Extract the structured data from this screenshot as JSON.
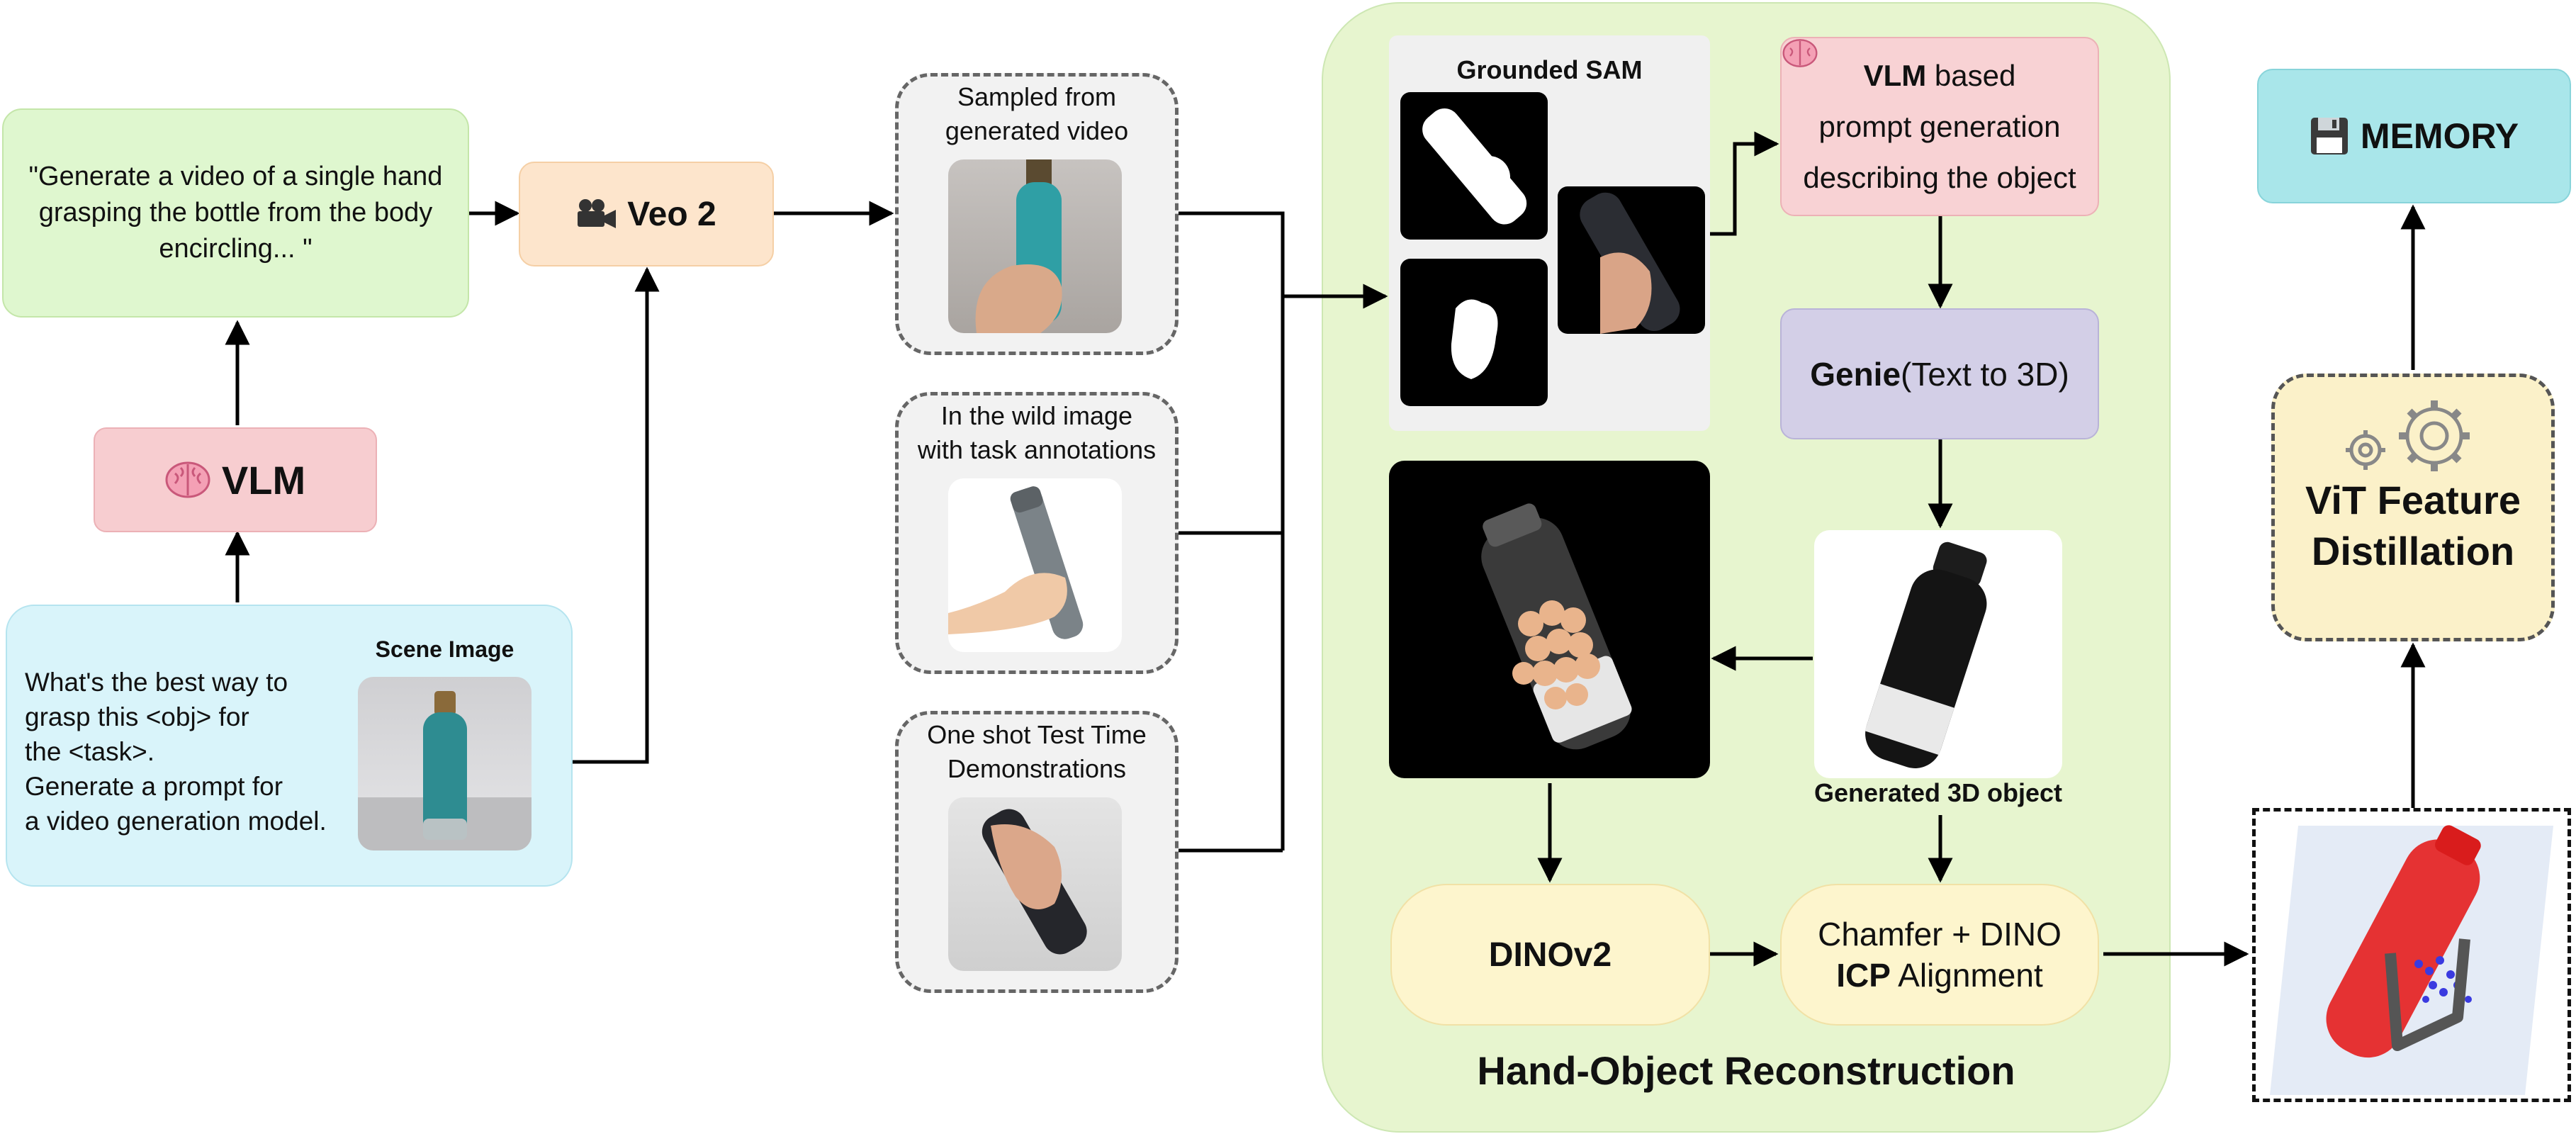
{
  "colors": {
    "prompt_box": "#dff7cf",
    "veo_box": "#fde5cc",
    "vlm_box": "#f7cdd0",
    "scene_box": "#d9f4fa",
    "sample_box": "#f2f2f2",
    "recon_region": "#e7f5cf",
    "genie_box": "#d3cfe7",
    "memory_box": "#a9e6ea",
    "vit_box": "#fbf1c9",
    "pill_box": "#fdf5cd"
  },
  "generation_prompt": {
    "text": "\"Generate a video of a single hand grasping the bottle from the body encircling... \""
  },
  "veo": {
    "icon": "video-camera-icon",
    "label": "Veo 2"
  },
  "vlm_left": {
    "icon": "brain-icon",
    "label": "VLM"
  },
  "scene_query": {
    "lines": [
      "What's the best way to",
      "grasp this <obj> for",
      "the <task>.",
      "Generate a prompt for",
      "a video generation model."
    ],
    "image_label": "Scene Image"
  },
  "sources": {
    "sampled": {
      "title_lines": [
        "Sampled from",
        "generated video"
      ]
    },
    "wild": {
      "title_lines": [
        "In the wild image",
        "with task annotations"
      ]
    },
    "oneshot": {
      "title_lines": [
        "One shot Test Time",
        "Demonstrations"
      ]
    }
  },
  "recon": {
    "title": "Hand-Object Reconstruction",
    "grounded_sam_label": "Grounded SAM",
    "vlm_prompt": {
      "icon": "brain-icon",
      "bold": "VLM",
      "rest_line1": " based",
      "line2": "prompt generation",
      "line3": "describing the object"
    },
    "genie": {
      "bold": "Genie",
      "rest": "(Text to 3D)"
    },
    "generated_label": "Generated 3D object",
    "dinov2": "DINOv2",
    "alignment": {
      "line1": "Chamfer + DINO",
      "bold": "ICP",
      "rest": " Alignment"
    }
  },
  "memory": {
    "icon": "floppy-disk-icon",
    "label": "MEMORY"
  },
  "vit": {
    "icon": "gear-icon",
    "lines": [
      "ViT Feature",
      "Distillation"
    ]
  }
}
